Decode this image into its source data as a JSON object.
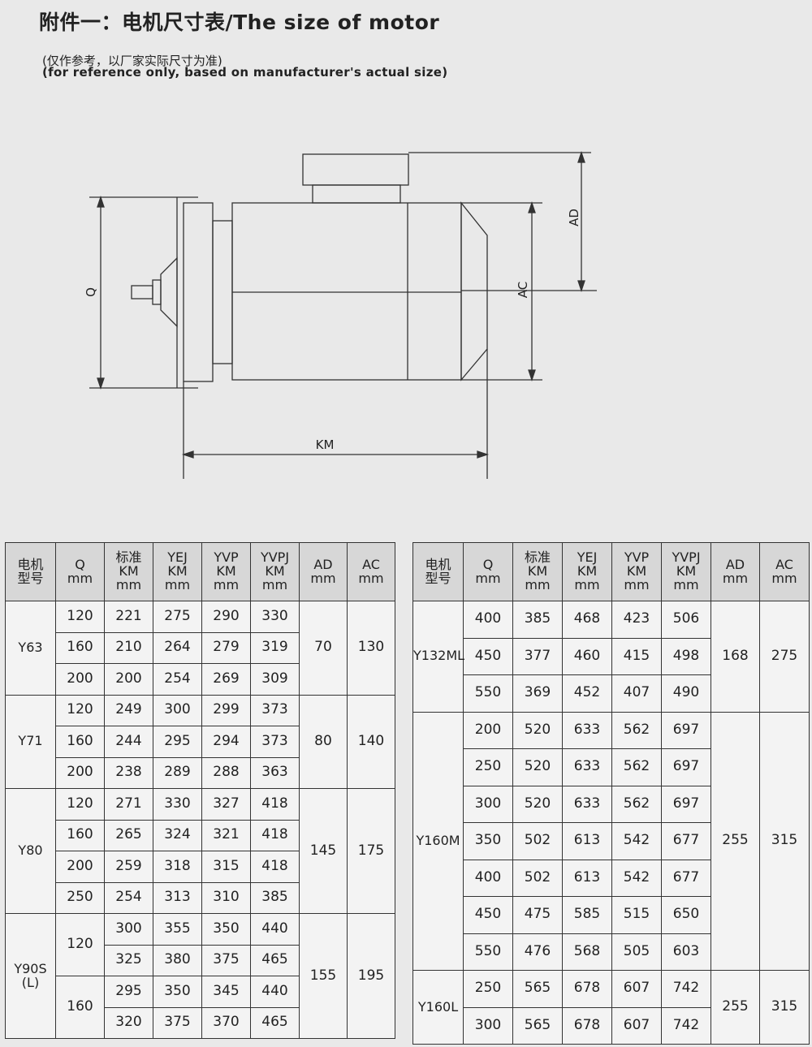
{
  "title": "附件一：电机尺寸表/The size of motor",
  "note_cn": "(仅作参考，以厂家实际尺寸为准)",
  "note_en": "(for reference only, based on manufacturer's actual size)",
  "drawing": {
    "label_q": "Q",
    "label_ad": "AD",
    "label_ac": "AC",
    "label_km": "KM"
  },
  "headers": [
    [
      "电机",
      "型号"
    ],
    [
      "Q",
      "mm"
    ],
    [
      "标准",
      "KM",
      "mm"
    ],
    [
      "YEJ",
      "KM",
      "mm"
    ],
    [
      "YVP",
      "KM",
      "mm"
    ],
    [
      "YVPJ",
      "KM",
      "mm"
    ],
    [
      "AD",
      "mm"
    ],
    [
      "AC",
      "mm"
    ]
  ],
  "left_table": [
    {
      "model": [
        "Y63"
      ],
      "ad": "70",
      "ac": "130",
      "rows": [
        {
          "q": "120",
          "std": "221",
          "yej": "275",
          "yvp": "290",
          "yvpj": "330"
        },
        {
          "q": "160",
          "std": "210",
          "yej": "264",
          "yvp": "279",
          "yvpj": "319"
        },
        {
          "q": "200",
          "std": "200",
          "yej": "254",
          "yvp": "269",
          "yvpj": "309"
        }
      ]
    },
    {
      "model": [
        "Y71"
      ],
      "ad": "80",
      "ac": "140",
      "rows": [
        {
          "q": "120",
          "std": "249",
          "yej": "300",
          "yvp": "299",
          "yvpj": "373"
        },
        {
          "q": "160",
          "std": "244",
          "yej": "295",
          "yvp": "294",
          "yvpj": "373"
        },
        {
          "q": "200",
          "std": "238",
          "yej": "289",
          "yvp": "288",
          "yvpj": "363"
        }
      ]
    },
    {
      "model": [
        "Y80"
      ],
      "ad": "145",
      "ac": "175",
      "rows": [
        {
          "q": "120",
          "std": "271",
          "yej": "330",
          "yvp": "327",
          "yvpj": "418"
        },
        {
          "q": "160",
          "std": "265",
          "yej": "324",
          "yvp": "321",
          "yvpj": "418"
        },
        {
          "q": "200",
          "std": "259",
          "yej": "318",
          "yvp": "315",
          "yvpj": "418"
        },
        {
          "q": "250",
          "std": "254",
          "yej": "313",
          "yvp": "310",
          "yvpj": "385"
        }
      ]
    },
    {
      "model": [
        "Y90S",
        "(L)"
      ],
      "ad": "155",
      "ac": "195",
      "rows": [
        {
          "q": "120",
          "std": "300",
          "yej": "355",
          "yvp": "350",
          "yvpj": "440"
        },
        {
          "q": "",
          "std": "325",
          "yej": "380",
          "yvp": "375",
          "yvpj": "465"
        },
        {
          "q": "160",
          "std": "295",
          "yej": "350",
          "yvp": "345",
          "yvpj": "440"
        },
        {
          "q": "",
          "std": "320",
          "yej": "375",
          "yvp": "370",
          "yvpj": "465"
        }
      ]
    }
  ],
  "right_table": [
    {
      "model": [
        "Y132ML"
      ],
      "ad": "168",
      "ac": "275",
      "rows": [
        {
          "q": "400",
          "std": "385",
          "yej": "468",
          "yvp": "423",
          "yvpj": "506"
        },
        {
          "q": "450",
          "std": "377",
          "yej": "460",
          "yvp": "415",
          "yvpj": "498"
        },
        {
          "q": "550",
          "std": "369",
          "yej": "452",
          "yvp": "407",
          "yvpj": "490"
        }
      ]
    },
    {
      "model": [
        "Y160M"
      ],
      "ad": "255",
      "ac": "315",
      "rows": [
        {
          "q": "200",
          "std": "520",
          "yej": "633",
          "yvp": "562",
          "yvpj": "697"
        },
        {
          "q": "250",
          "std": "520",
          "yej": "633",
          "yvp": "562",
          "yvpj": "697"
        },
        {
          "q": "300",
          "std": "520",
          "yej": "633",
          "yvp": "562",
          "yvpj": "697"
        },
        {
          "q": "350",
          "std": "502",
          "yej": "613",
          "yvp": "542",
          "yvpj": "677"
        },
        {
          "q": "400",
          "std": "502",
          "yej": "613",
          "yvp": "542",
          "yvpj": "677"
        },
        {
          "q": "450",
          "std": "475",
          "yej": "585",
          "yvp": "515",
          "yvpj": "650"
        },
        {
          "q": "550",
          "std": "476",
          "yej": "568",
          "yvp": "505",
          "yvpj": "603"
        }
      ]
    },
    {
      "model": [
        "Y160L"
      ],
      "ad": "255",
      "ac": "315",
      "rows": [
        {
          "q": "250",
          "std": "565",
          "yej": "678",
          "yvp": "607",
          "yvpj": "742"
        },
        {
          "q": "300",
          "std": "565",
          "yej": "678",
          "yvp": "607",
          "yvpj": "742"
        }
      ]
    }
  ]
}
